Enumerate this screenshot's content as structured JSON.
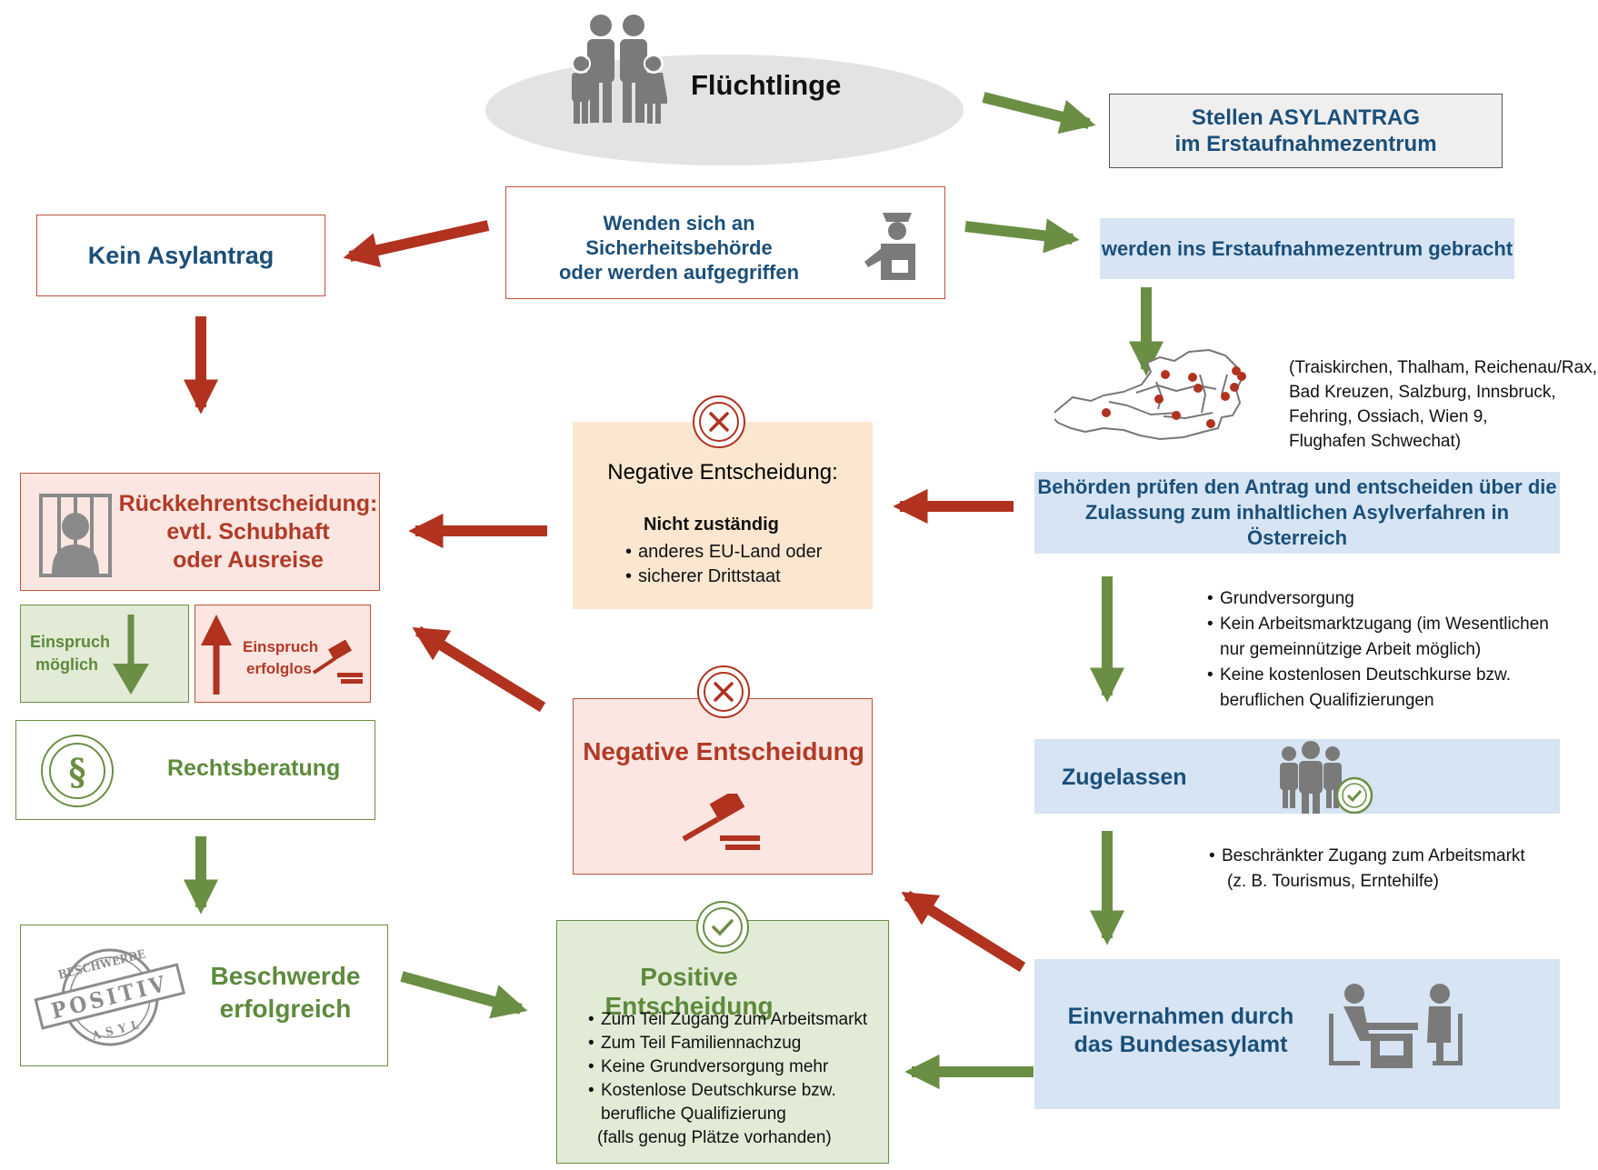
{
  "colors": {
    "green": "#6b8e45",
    "red": "#b0321f",
    "blue_text": "#1b4f7a",
    "light_blue": "#d6e4f3",
    "light_red": "#fbe6e1",
    "light_orange": "#fbe7cf",
    "light_green": "#e2ebd6",
    "gray_ellipse": "#e3e3e3"
  },
  "fluechtlinge": {
    "label": "Flüchtlinge",
    "icon": "family-icon"
  },
  "asylantrag": {
    "line1": "Stellen ASYLANTRAG",
    "line2": "im Erstaufnahmezentrum"
  },
  "sicherheit": {
    "line1": "Wenden sich an Sicherheitsbehörde",
    "line2": "oder werden aufgegriffen",
    "icon": "police-officer-icon"
  },
  "kein_antrag": {
    "label": "Kein Asylantrag"
  },
  "gebracht": {
    "label": "werden ins Erstaufnahmezentrum gebracht"
  },
  "orte": {
    "lines": [
      "(Traiskirchen, Thalham, Reichenau/Rax,",
      "Bad Kreuzen, Salzburg, Innsbruck,",
      "Fehring, Ossiach, Wien 9,",
      "Flughafen Schwechat)"
    ],
    "icon": "austria-map-icon"
  },
  "rueckkehr": {
    "line1": "Rückkehrentscheidung:",
    "line2": "evtl. Schubhaft",
    "line3": "oder Ausreise",
    "icon": "detained-person-icon"
  },
  "negativ1": {
    "title": "Negative Entscheidung:",
    "subtitle": "Nicht zuständig",
    "items": [
      "anderes EU-Land oder",
      "sicherer Drittstaat"
    ],
    "icon": "x-circle-icon"
  },
  "pruefen": {
    "line1": "Behörden prüfen den Antrag und entscheiden über die",
    "line2": "Zulassung zum inhaltlichen Asylverfahren in Österreich"
  },
  "einspruch_moeglich": {
    "line1": "Einspruch",
    "line2": "möglich"
  },
  "einspruch_erfolglos": {
    "line1": "Einspruch",
    "line2": "erfolglos",
    "icon": "gavel-icon"
  },
  "grundversorgung": {
    "items": [
      [
        "Grundversorgung"
      ],
      [
        "Kein Arbeitsmarktzugang (im Wesentlichen",
        "nur gemeinnützige Arbeit möglich)"
      ],
      [
        "Keine kostenlosen Deutschkurse bzw.",
        "beruflichen Qualifizierungen"
      ]
    ]
  },
  "rechtsberatung": {
    "label": "Rechtsberatung",
    "icon": "paragraph-icon"
  },
  "negativ2": {
    "title": "Negative Entscheidung",
    "icon": "x-circle-icon",
    "icon2": "gavel-icon"
  },
  "zugelassen": {
    "label": "Zugelassen",
    "icon": "group-check-icon"
  },
  "beschraenkt": {
    "line1": "Beschränkter Zugang zum Arbeitsmarkt",
    "line2": "(z. B. Tourismus, Erntehilfe)"
  },
  "beschwerde": {
    "line1": "Beschwerde",
    "line2": "erfolgreich",
    "stamp_top": "BESCHWERDE",
    "stamp_mid": "POSITIV",
    "stamp_bottom": "ASYL"
  },
  "positiv": {
    "title": "Positive Entscheidung",
    "icon": "check-circle-icon",
    "items": [
      [
        "Zum Teil Zugang zum Arbeitsmarkt"
      ],
      [
        "Zum Teil Familiennachzug"
      ],
      [
        "Keine Grundversorgung mehr"
      ],
      [
        "Kostenlose Deutschkurse bzw.",
        "berufliche Qualifizierung"
      ]
    ],
    "note": "(falls genug Plätze vorhanden)"
  },
  "einvernahmen": {
    "line1": "Einvernahmen durch",
    "line2": "das Bundesasylamt",
    "icon": "interview-icon"
  }
}
